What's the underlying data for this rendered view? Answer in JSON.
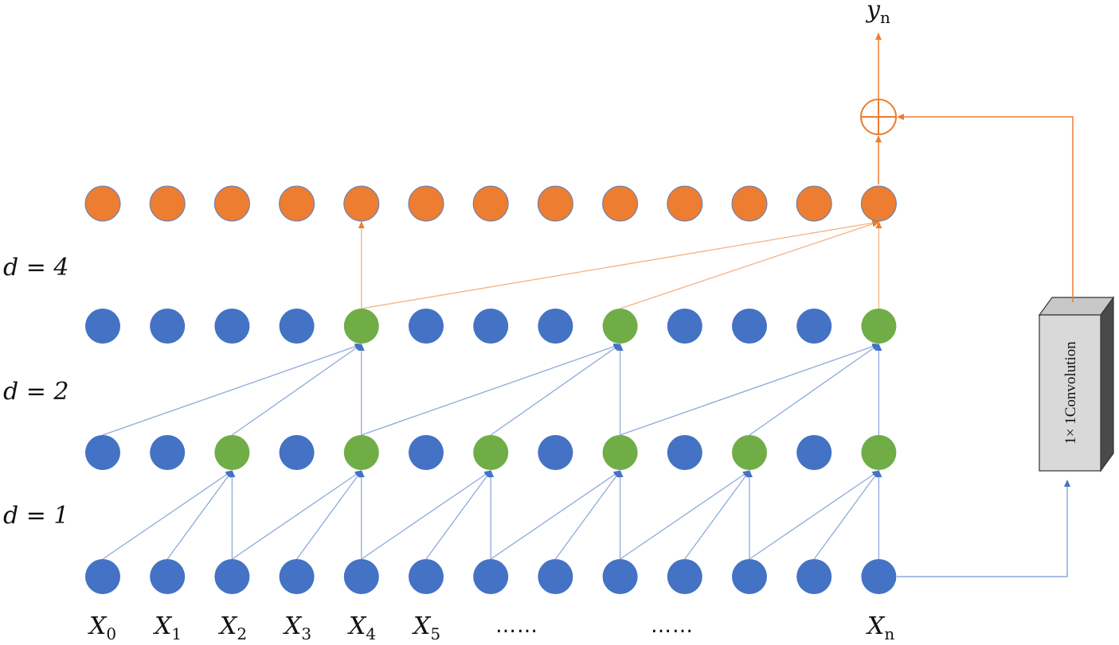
{
  "colors": {
    "input_node": "#4472c4",
    "active_node": "#70ad47",
    "output_node": "#ed7d31",
    "blue_edge": "#8eaadb",
    "orange_edge": "#f4b183",
    "orange_strong": "#ed7d31",
    "conv_box": "#d9d9d9"
  },
  "dilation_labels": [
    {
      "text": "d = 4"
    },
    {
      "text": "d = 2"
    },
    {
      "text": "d = 1"
    }
  ],
  "input_labels": [
    {
      "base": "X",
      "sub": "0"
    },
    {
      "base": "X",
      "sub": "1"
    },
    {
      "base": "X",
      "sub": "2"
    },
    {
      "base": "X",
      "sub": "3"
    },
    {
      "base": "X",
      "sub": "4"
    },
    {
      "base": "X",
      "sub": "5"
    },
    {
      "base": "",
      "sub": "",
      "dots": "……"
    },
    {
      "base": "",
      "sub": "",
      "dots": "……"
    },
    {
      "base": "X",
      "sub": "n"
    }
  ],
  "output_label": {
    "base": "y",
    "sub": "n"
  },
  "conv_label": "1× 1Convolution",
  "node_rows": {
    "input": [
      "b",
      "b",
      "b",
      "b",
      "b",
      "b",
      "b",
      "b",
      "b",
      "b",
      "b",
      "b",
      "b"
    ],
    "layer1": [
      "b",
      "b",
      "g",
      "b",
      "g",
      "b",
      "g",
      "b",
      "g",
      "b",
      "g",
      "b",
      "g"
    ],
    "layer2": [
      "b",
      "b",
      "b",
      "b",
      "g",
      "b",
      "b",
      "b",
      "g",
      "b",
      "b",
      "b",
      "g"
    ],
    "output": [
      "o",
      "o",
      "o",
      "o",
      "o",
      "o",
      "o",
      "o",
      "o",
      "o",
      "o",
      "o",
      "o"
    ]
  },
  "connections": {
    "input_to_layer1": [
      [
        0,
        2
      ],
      [
        1,
        2
      ],
      [
        2,
        2
      ],
      [
        2,
        4
      ],
      [
        3,
        4
      ],
      [
        4,
        4
      ],
      [
        4,
        6
      ],
      [
        5,
        6
      ],
      [
        6,
        6
      ],
      [
        6,
        8
      ],
      [
        7,
        8
      ],
      [
        8,
        8
      ],
      [
        8,
        10
      ],
      [
        9,
        10
      ],
      [
        10,
        10
      ],
      [
        10,
        12
      ],
      [
        11,
        12
      ],
      [
        12,
        12
      ]
    ],
    "layer1_to_layer2": [
      [
        0,
        4
      ],
      [
        2,
        4
      ],
      [
        4,
        4
      ],
      [
        4,
        8
      ],
      [
        6,
        8
      ],
      [
        8,
        8
      ],
      [
        8,
        12
      ],
      [
        10,
        12
      ],
      [
        12,
        12
      ]
    ],
    "layer2_to_output": [
      [
        4,
        4
      ],
      [
        4,
        12
      ],
      [
        8,
        12
      ],
      [
        12,
        12
      ]
    ]
  }
}
